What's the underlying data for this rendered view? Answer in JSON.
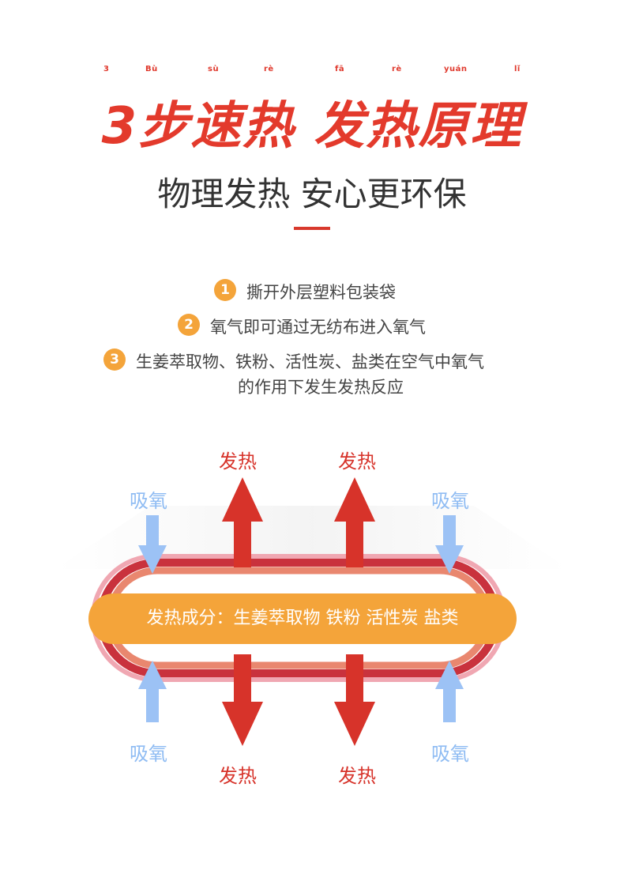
{
  "header": {
    "pinyin": [
      "3",
      "Bù",
      "sù",
      "rè",
      "fā",
      "rè",
      "yuán",
      "lǐ"
    ],
    "title": "3步速热 发热原理",
    "subtitle": "物理发热 安心更环保"
  },
  "steps": [
    {
      "num": "1",
      "text": "撕开外层塑料包装袋"
    },
    {
      "num": "2",
      "text": "氧气即可通过无纺布进入氧气"
    },
    {
      "num": "3",
      "line1": "生姜萃取物、铁粉、活性炭、盐类在空气中氧气",
      "line2": "的作用下发生发热反应"
    }
  ],
  "diagram": {
    "heat_label": "发热",
    "oxygen_label": "吸氧",
    "band_text": "发热成分：生姜萃取物 铁粉 活性炭 盐类",
    "colors": {
      "heat_arrow": "#d7332a",
      "oxygen_arrow": "#9cc2f5",
      "band": "#f4a43a",
      "outer_ring": "#e88e9a",
      "inner_ring": "#c9323d"
    }
  }
}
